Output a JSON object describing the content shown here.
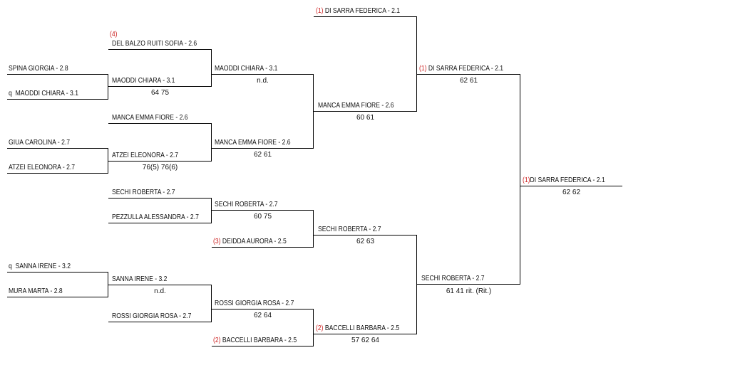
{
  "colors": {
    "seed": "#cc2222",
    "line": "#000000",
    "text": "#111111"
  },
  "r1": [
    {
      "pre": "",
      "name": "SPINA GIORGIA - 2.8"
    },
    {
      "pre": "q",
      "name": "MAODDI CHIARA - 3.1"
    },
    {
      "pre": "",
      "name": "GIUA CAROLINA - 2.7"
    },
    {
      "pre": "",
      "name": "ATZEI ELEONORA - 2.7"
    },
    {
      "pre": "q",
      "name": "SANNA IRENE - 3.2"
    },
    {
      "pre": "",
      "name": "MURA MARTA - 2.8"
    }
  ],
  "r2": [
    {
      "seed": "(4)",
      "name": "DEL BALZO RUITI SOFIA - 2.6"
    },
    {
      "seed": "",
      "name": "MAODDI CHIARA - 3.1",
      "score": "64 75"
    },
    {
      "seed": "",
      "name": "MANCA EMMA FIORE - 2.6"
    },
    {
      "seed": "",
      "name": "ATZEI ELEONORA - 2.7",
      "score": "76(5) 76(6)"
    },
    {
      "seed": "",
      "name": "SECHI ROBERTA - 2.7"
    },
    {
      "seed": "",
      "name": "PEZZULLA ALESSANDRA - 2.7"
    },
    {
      "seed": "",
      "name": "SANNA IRENE - 3.2",
      "score": "n.d."
    },
    {
      "seed": "",
      "name": "ROSSI GIORGIA ROSA - 2.7"
    }
  ],
  "r3": [
    {
      "seed": "",
      "name": "MAODDI CHIARA - 3.1",
      "score": "n.d."
    },
    {
      "seed": "",
      "name": "MANCA EMMA FIORE - 2.6",
      "score": "62 61"
    },
    {
      "seed": "",
      "name": "SECHI ROBERTA - 2.7",
      "score": "60 75"
    },
    {
      "seed": "(3)",
      "name": "DEIDDA AURORA - 2.5"
    },
    {
      "seed": "",
      "name": "ROSSI GIORGIA ROSA - 2.7",
      "score": "62 64"
    },
    {
      "seed": "(2)",
      "name": "BACCELLI BARBARA - 2.5"
    }
  ],
  "r4": [
    {
      "seed": "(1)",
      "name": "DI SARRA FEDERICA - 2.1"
    },
    {
      "seed": "",
      "name": "MANCA EMMA FIORE - 2.6",
      "score": "60 61"
    },
    {
      "seed": "",
      "name": "SECHI ROBERTA - 2.7",
      "score": "62 63"
    },
    {
      "seed": "(2)",
      "name": "BACCELLI BARBARA - 2.5",
      "score": "57 62 64"
    }
  ],
  "r5": [
    {
      "seed": "(1)",
      "name": "DI SARRA FEDERICA - 2.1",
      "score": "62 61"
    },
    {
      "seed": "",
      "name": "SECHI ROBERTA - 2.7",
      "score": "61 41 rit. (Rit.)"
    }
  ],
  "winner": {
    "seed": "(1)",
    "name": "DI SARRA FEDERICA - 2.1",
    "score": "62 62"
  }
}
